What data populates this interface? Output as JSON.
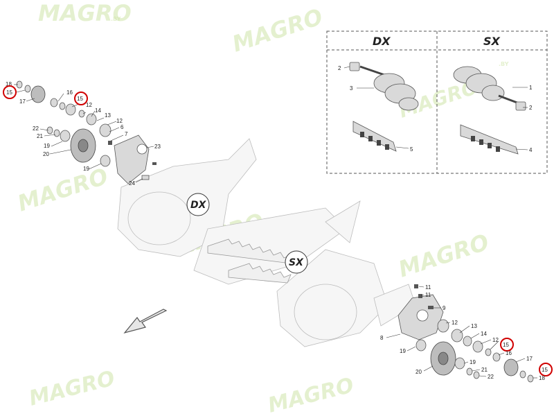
{
  "inset": {
    "left_header": "DX",
    "right_header": "SX"
  },
  "view_labels": {
    "dx": "DX",
    "sx": "SX"
  },
  "watermark": {
    "brand": "MAGRO",
    "suffix": ".BY"
  },
  "callouts": {
    "n1": "1",
    "n2": "2",
    "n3": "3",
    "n4": "4",
    "n5": "5",
    "n6": "6",
    "n7": "7",
    "n8": "8",
    "n9": "9",
    "n11": "11",
    "n12": "12",
    "n13": "13",
    "n14": "14",
    "n15": "15",
    "n16": "16",
    "n17": "17",
    "n18": "18",
    "n19": "19",
    "n20": "20",
    "n21": "21",
    "n22": "22",
    "n23": "23",
    "n24": "24"
  },
  "highlight_color": "#d00000",
  "icons": {
    "direction": "arrow-down-left-icon"
  }
}
